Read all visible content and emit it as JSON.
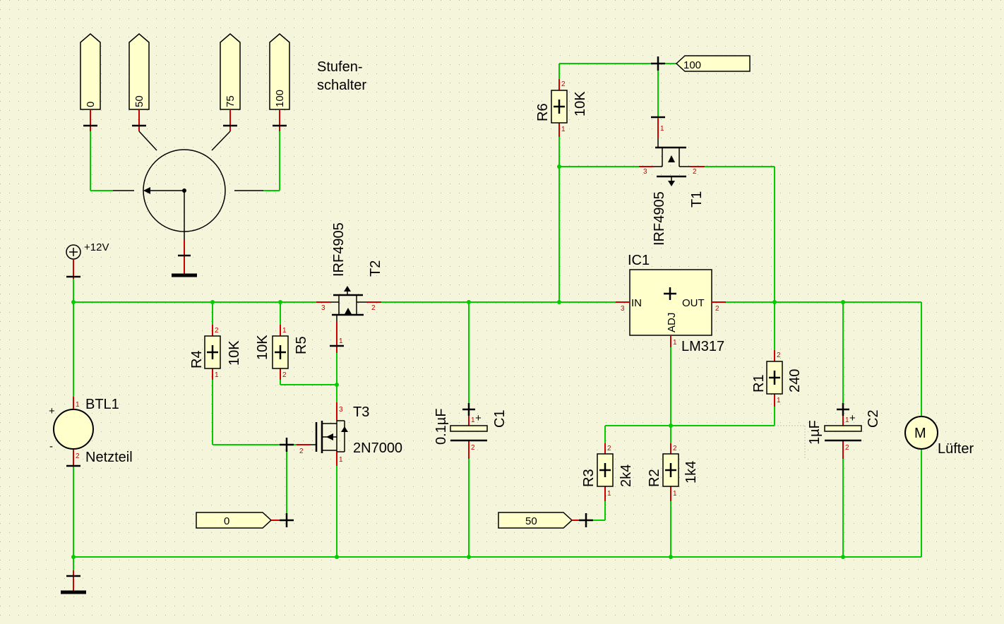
{
  "colors": {
    "background": "#f5f5dc",
    "wire": "#00cc00",
    "pin": "#cc0000",
    "component_fill": "#ffffcc"
  },
  "switch": {
    "title_line1": "Stufen-",
    "title_line2": "schalter",
    "connectors": [
      "0",
      "50",
      "75",
      "100"
    ]
  },
  "supply": {
    "label": "+12V"
  },
  "battery": {
    "ref": "BTL1",
    "value": "Netzteil",
    "plus": "+",
    "minus": "-"
  },
  "resistors": {
    "R4": {
      "ref": "R4",
      "value": "10K"
    },
    "R5": {
      "ref": "R5",
      "value": "10K"
    },
    "R6": {
      "ref": "R6",
      "value": "10K"
    },
    "R1": {
      "ref": "R1",
      "value": "240"
    },
    "R2": {
      "ref": "R2",
      "value": "1k4"
    },
    "R3": {
      "ref": "R3",
      "value": "2k4"
    }
  },
  "transistors": {
    "T1": {
      "ref": "T1",
      "value": "IRF4905"
    },
    "T2": {
      "ref": "T2",
      "value": "IRF4905"
    },
    "T3": {
      "ref": "T3",
      "value": "2N7000"
    }
  },
  "capacitors": {
    "C1": {
      "ref": "C1",
      "value": "0.1µF"
    },
    "C2": {
      "ref": "C2",
      "value": "1µF"
    }
  },
  "regulator": {
    "ref": "IC1",
    "value": "LM317",
    "pin_in": "IN",
    "pin_out": "OUT",
    "pin_adj": "ADJ"
  },
  "motor": {
    "symbol": "M",
    "label": "Lüfter"
  },
  "net_labels": {
    "n100": "100",
    "n0": "0",
    "n50": "50"
  },
  "pin_numbers": {
    "p1": "1",
    "p2": "2",
    "p3": "3"
  }
}
